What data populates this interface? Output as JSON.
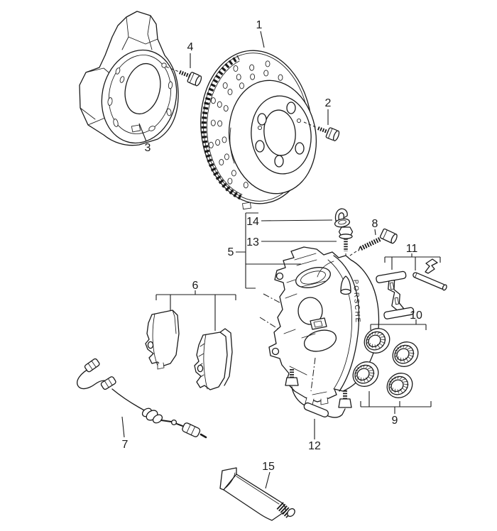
{
  "colors": {
    "line": "#1a1a1a",
    "background": "#ffffff"
  },
  "caliper": {
    "brand_text": "PORSCHE"
  },
  "callouts": [
    {
      "num": "1"
    },
    {
      "num": "2"
    },
    {
      "num": "3"
    },
    {
      "num": "4"
    },
    {
      "num": "5"
    },
    {
      "num": "6"
    },
    {
      "num": "7"
    },
    {
      "num": "8"
    },
    {
      "num": "9"
    },
    {
      "num": "10"
    },
    {
      "num": "11"
    },
    {
      "num": "12"
    },
    {
      "num": "13"
    },
    {
      "num": "14"
    },
    {
      "num": "15"
    }
  ]
}
